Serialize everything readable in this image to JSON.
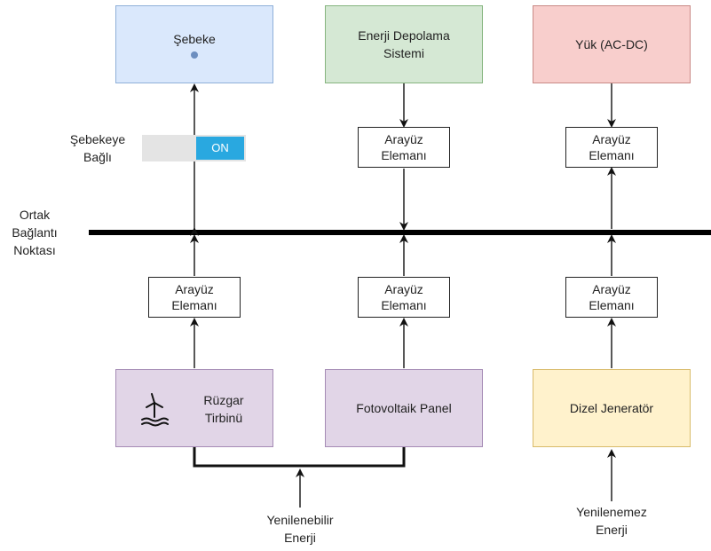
{
  "nodes": {
    "sebeke": "Şebeke",
    "storage": [
      "Enerji Depolama",
      "Sistemi"
    ],
    "load": "Yük (AC-DC)",
    "wind": [
      "Rüzgar",
      "Tirbinü"
    ],
    "pv": "Fotovoltaik Panel",
    "diesel": "Dizel Jeneratör"
  },
  "interface_label": [
    "Arayüz",
    "Elemanı"
  ],
  "switch": {
    "label": [
      "Şebekeye",
      "Bağlı"
    ],
    "state": "ON"
  },
  "bus_label": [
    "Ortak",
    "Bağlantı",
    "Noktası"
  ],
  "sources": {
    "renewable": [
      "Yenilenebilir",
      "Enerji"
    ],
    "nonrenewable": [
      "Yenilenemez",
      "Enerji"
    ]
  },
  "icons": {
    "wind": "wind-turbine-icon"
  },
  "colors": {
    "grid": "#dae8fc",
    "storage": "#d5e8d4",
    "load": "#f8cecc",
    "renewable": "#e1d5e7",
    "diesel": "#fff2cc",
    "switch_on": "#29a8e0"
  }
}
